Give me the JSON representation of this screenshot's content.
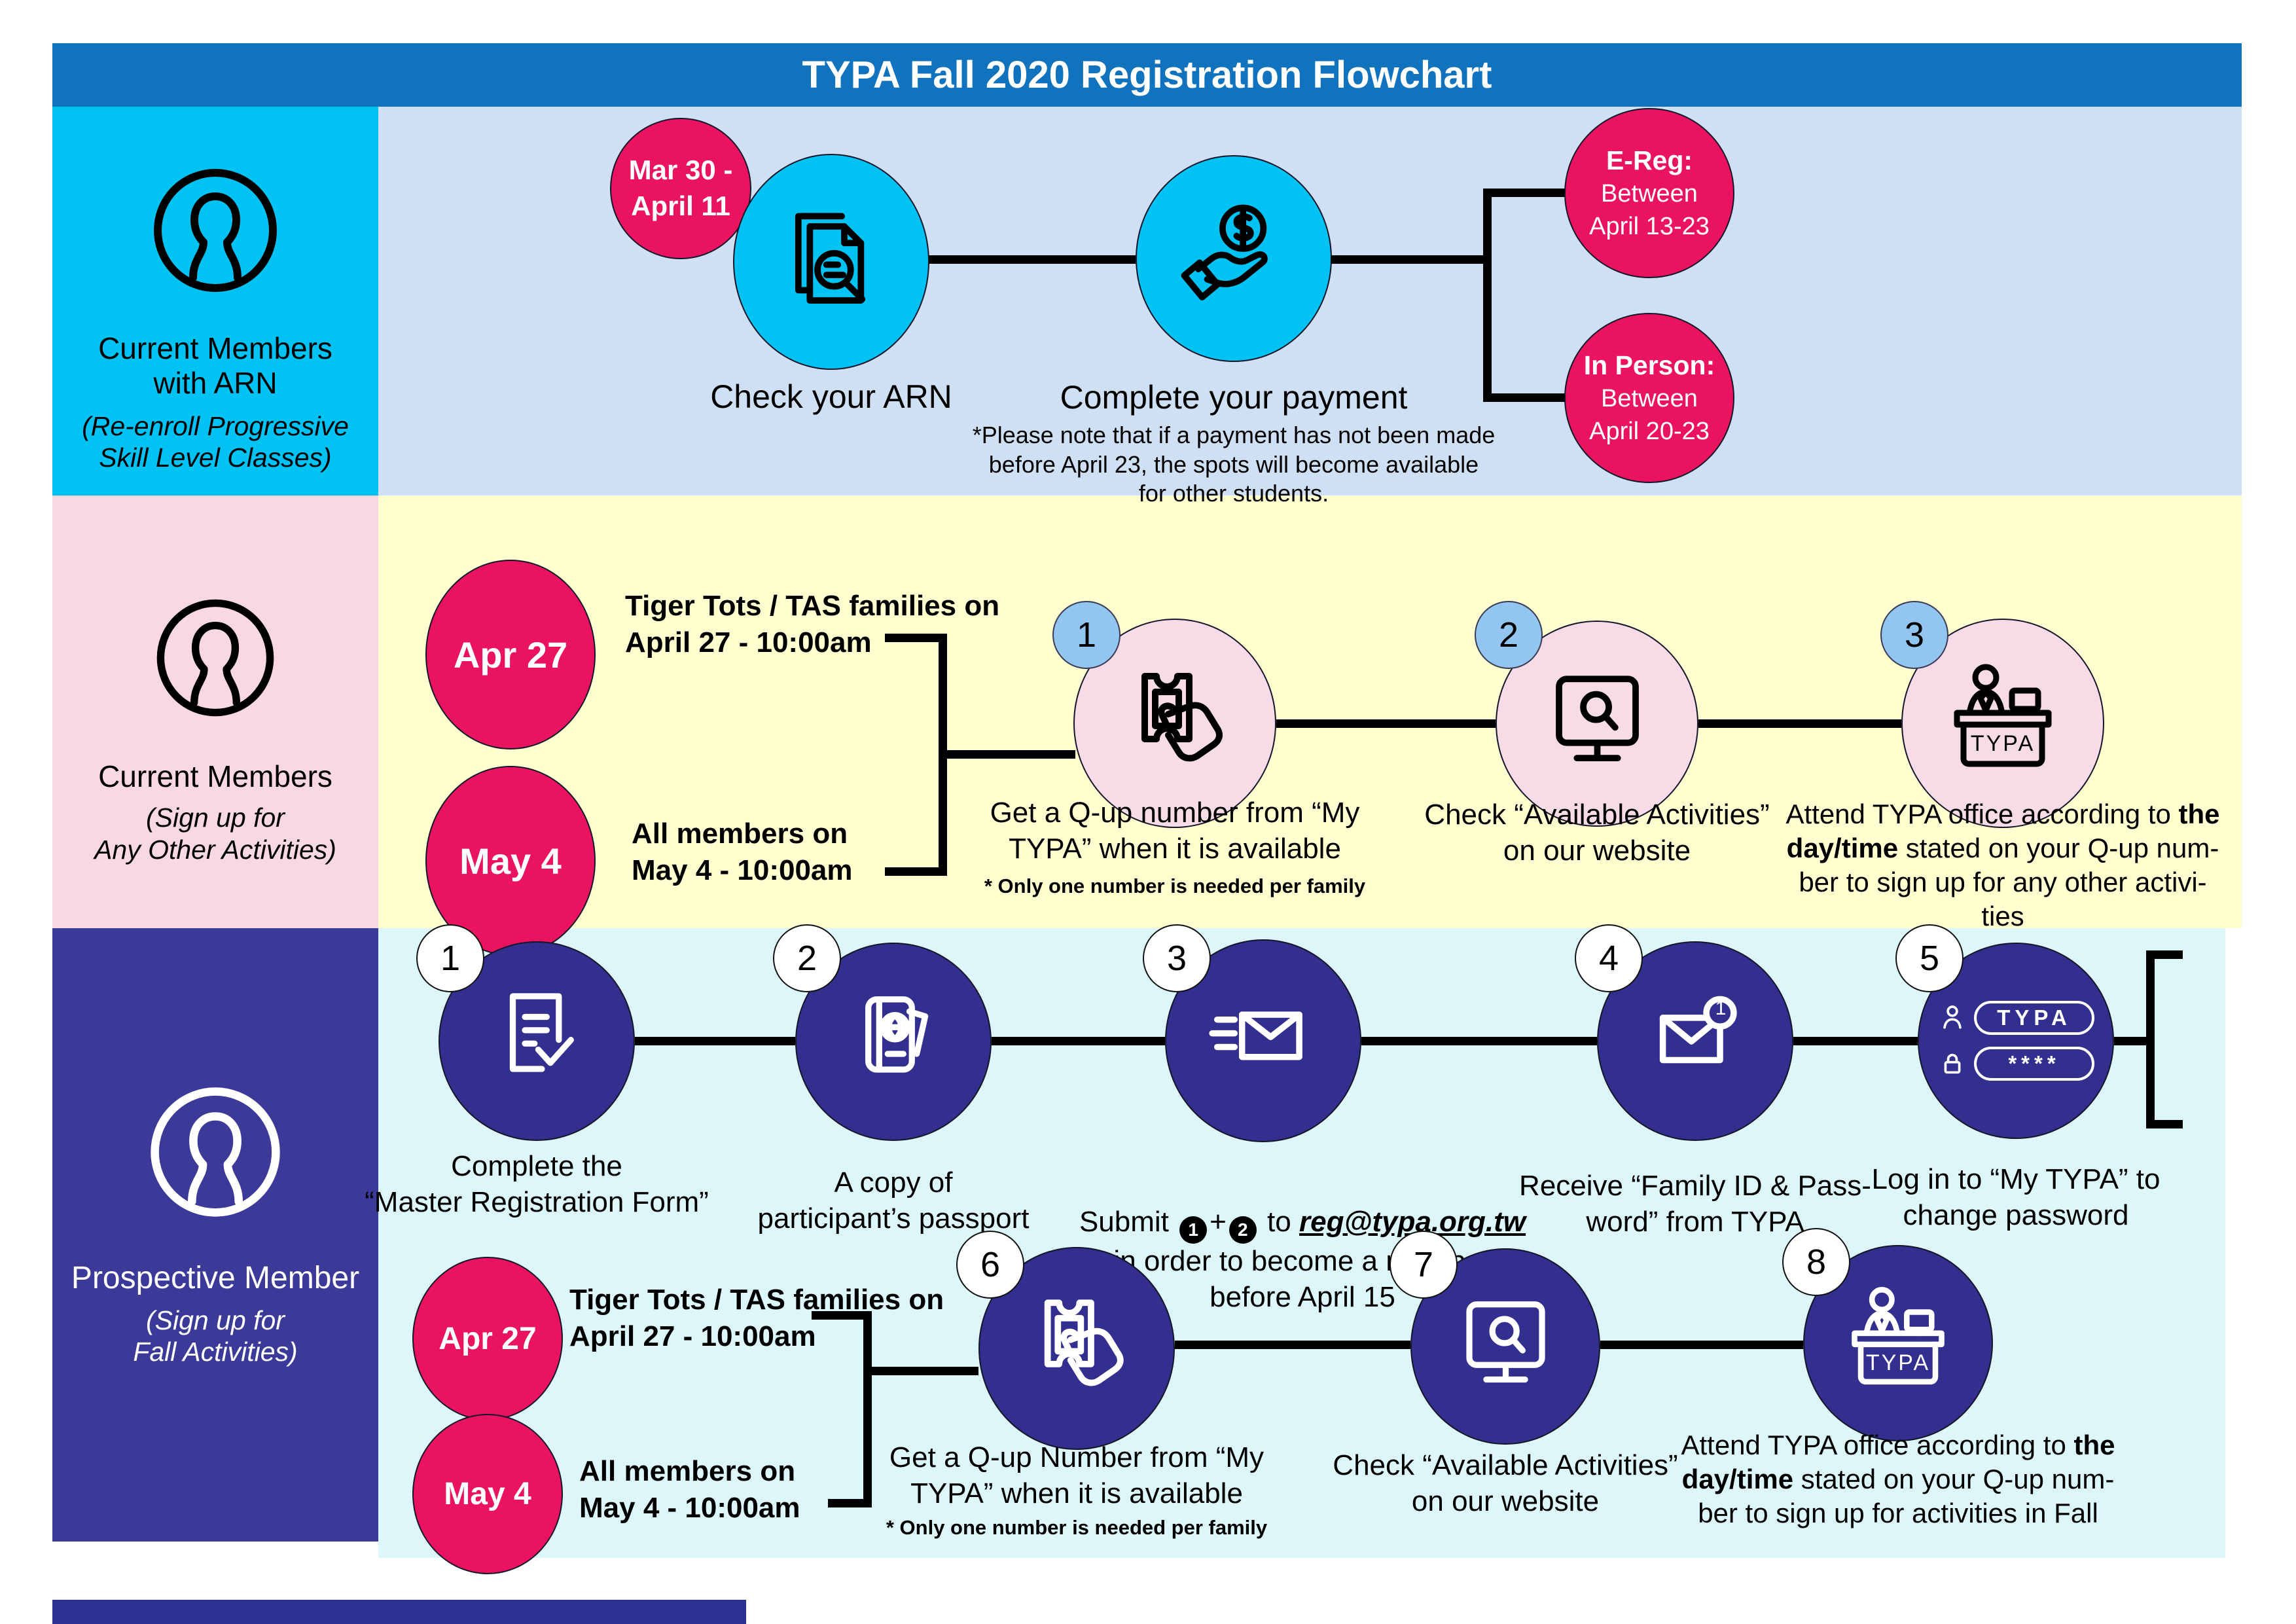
{
  "header": {
    "title": "TYPA Fall 2020 Registration Flowchart"
  },
  "palette": {
    "header_blue": "#1173bd",
    "row1_sidebar_cyan": "#00c2f3",
    "row1_bg": "#cfe0f4",
    "row2_sidebar_pink": "#f9d8e2",
    "row2_bg": "#ffffd0",
    "row3_sidebar_indigo": "#3c3a99",
    "row3_bg": "#dcf6fa",
    "date_circle_pink": "#ea1360",
    "step_circle_pink": "#f7dbe6",
    "step_circle_indigo": "#322f8f",
    "badge_blue": "#92c6f1",
    "footer_bar": "#2d3192"
  },
  "row1": {
    "sidebar": {
      "title1": "Current Members",
      "title2": "with ARN",
      "sub1": "(Re-enroll Progressive",
      "sub2": "Skill Level Classes)"
    },
    "date_badge": {
      "line1": "Mar 30 -",
      "line2": "April 11"
    },
    "check_arn": {
      "label": "Check your ARN"
    },
    "payment": {
      "label": "Complete your payment",
      "note1": "*Please note that if a payment has not been made",
      "note2": "before April 23, the spots will become available",
      "note3": "for other students."
    },
    "ereg": {
      "title": "E-Reg:",
      "line1": "Between",
      "line2": "April 13-23"
    },
    "inperson": {
      "title": "In Person:",
      "line1": "Between",
      "line2": "April 20-23"
    }
  },
  "row2": {
    "sidebar": {
      "title1": "Current Members",
      "sub1": "(Sign up for",
      "sub2": "Any Other Activities)"
    },
    "apr27": {
      "date": "Apr 27",
      "line1": "Tiger Tots / TAS families on",
      "line2": "April 27 - 10:00am"
    },
    "may4": {
      "date": "May 4",
      "line1": "All members on",
      "line2": "May 4 - 10:00am"
    },
    "step1": {
      "num": "1",
      "line1": "Get a Q-up number from “My",
      "line2": "TYPA” when it is available",
      "note": "* Only one number is needed per family"
    },
    "step2": {
      "num": "2",
      "line1": "Check “Available Activities”",
      "line2": "on our website"
    },
    "step3": {
      "num": "3",
      "desk": "TYPA",
      "l1a": "Attend TYPA office according to ",
      "l1b": "the",
      "l2a": "day/time",
      "l2b": " stated on your Q-up num-",
      "l3": "ber to sign up for any other activi-",
      "l4": "ties"
    }
  },
  "row3": {
    "sidebar": {
      "title1": "Prospective Member",
      "sub1": "(Sign up for",
      "sub2": "Fall Activities)"
    },
    "step1": {
      "num": "1",
      "line1": "Complete the",
      "line2": "“Master Registration Form”"
    },
    "step2": {
      "num": "2",
      "line1": "A copy of",
      "line2": "participant’s passport"
    },
    "step3": {
      "num": "3",
      "pre": "Submit ",
      "n1": "1",
      "plus": "+",
      "n2": "2",
      "to": " to ",
      "email": "reg@typa.org.tw",
      "l2": "in order to become a member",
      "l3": "before April 15"
    },
    "step4": {
      "num": "4",
      "mail_badge": "1",
      "line1": "Receive “Family ID & Pass-",
      "line2": "word” from TYPA"
    },
    "step5": {
      "num": "5",
      "user_value": "TYPA",
      "pass_value": "****",
      "line1": "Log in to “My TYPA” to",
      "line2": "change password"
    },
    "apr27": {
      "date": "Apr 27",
      "line1": "Tiger Tots / TAS families on",
      "line2": "April 27 - 10:00am"
    },
    "may4": {
      "date": "May 4",
      "line1": "All members on",
      "line2": "May 4 - 10:00am"
    },
    "step6": {
      "num": "6",
      "line1": "Get a Q-up Number from “My",
      "line2": "TYPA” when it is available",
      "note": "* Only one number is needed per family"
    },
    "step7": {
      "num": "7",
      "line1": "Check “Available Activities”",
      "line2": "on our website"
    },
    "step8": {
      "num": "8",
      "desk": "TYPA",
      "l1a": "Attend TYPA office according to ",
      "l1b": "the",
      "l2a": "day/time",
      "l2b": " stated on your Q-up num-",
      "l3": "ber to sign up for activities in Fall"
    }
  }
}
